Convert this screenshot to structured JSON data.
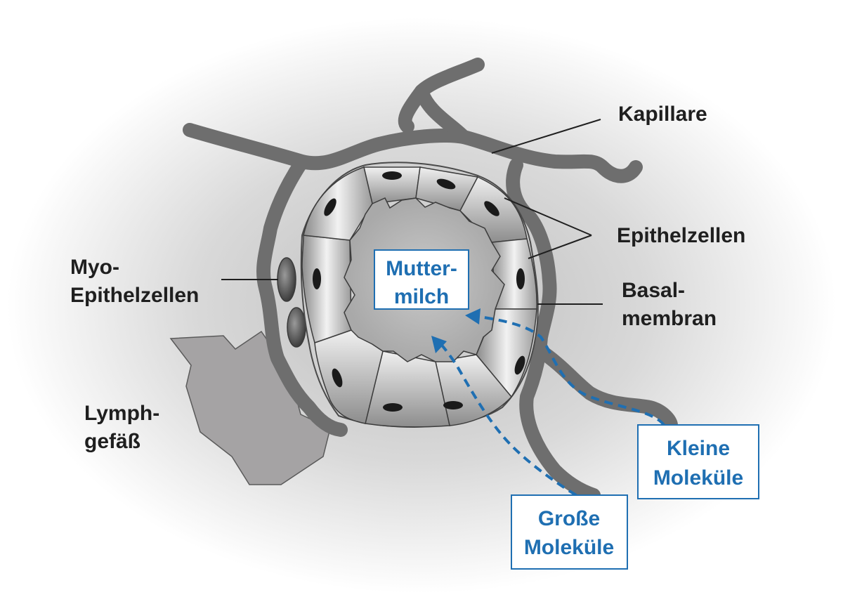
{
  "labels": {
    "kapillare": "Kapillare",
    "epithelzellen": "Epithelzellen",
    "basal_1": "Basal-",
    "basal_2": "membran",
    "myo_1": "Myo-",
    "myo_2": "Epithelzellen",
    "lymph_1": "Lymph-",
    "lymph_2": "gefäß"
  },
  "boxes": {
    "muttermilch_1": "Mutter-",
    "muttermilch_2": "milch",
    "kleine_1": "Kleine",
    "kleine_2": "Moleküle",
    "grosse_1": "Große",
    "grosse_2": "Moleküle"
  },
  "colors": {
    "accent_blue": "#1f6fb2",
    "vessel_gray": "#6e6e6e",
    "label_text": "#1f1f1f"
  }
}
